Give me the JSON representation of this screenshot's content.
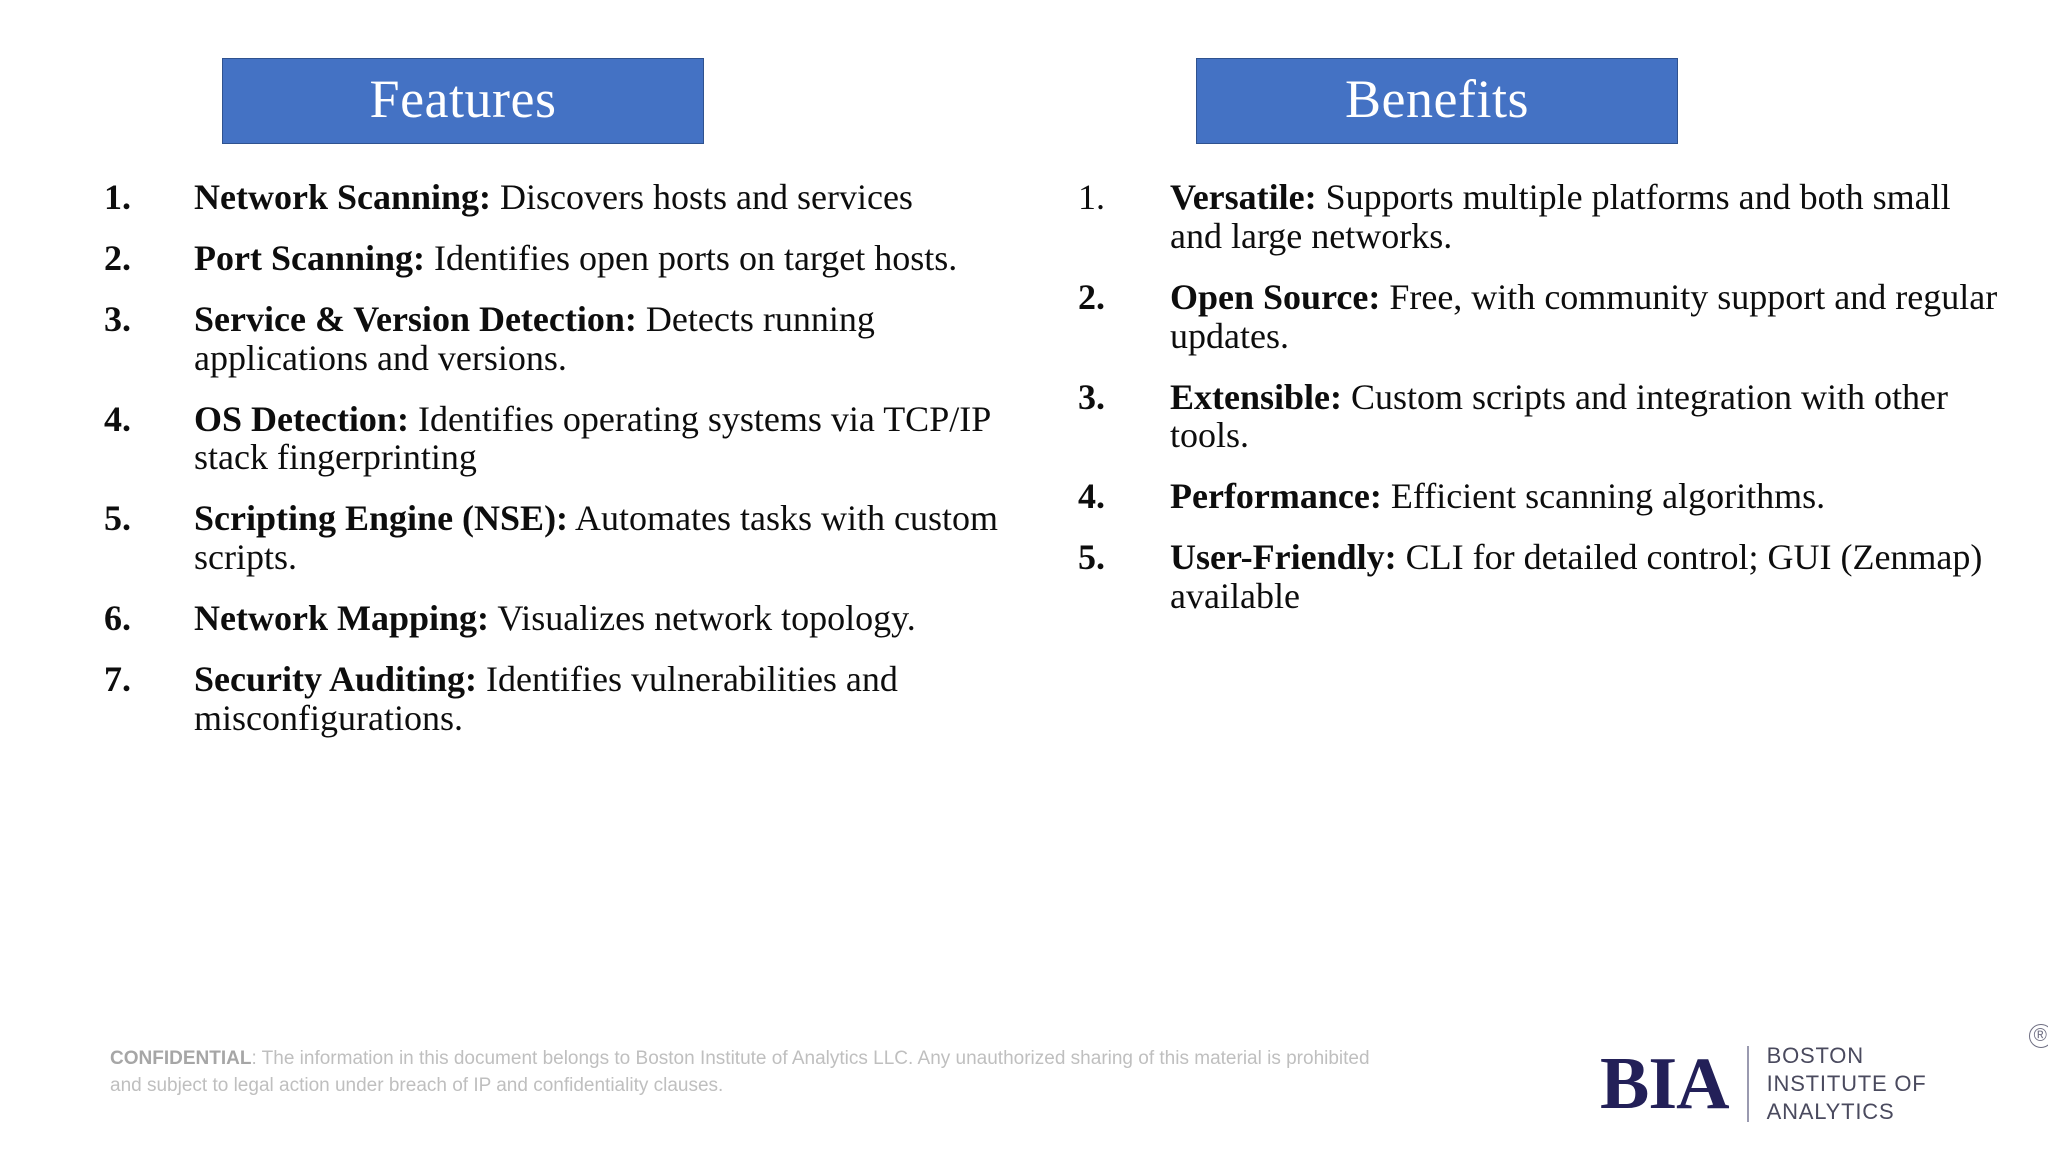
{
  "slide": {
    "background_color": "#ffffff",
    "accent_color": "#4472C4",
    "text_color": "#0d0d0d"
  },
  "columns": {
    "left": {
      "header": "Features",
      "items": [
        {
          "num": "1.",
          "lead": "Network Scanning:",
          "rest": " Discovers hosts and services"
        },
        {
          "num": "2.",
          "lead": "Port Scanning:",
          "rest": " Identifies open ports on target hosts."
        },
        {
          "num": "3.",
          "lead": "Service & Version Detection:",
          "rest": " Detects running applications and versions."
        },
        {
          "num": "4.",
          "lead": "OS Detection:",
          "rest": " Identifies operating systems via TCP/IP stack fingerprinting"
        },
        {
          "num": "5.",
          "lead": "Scripting Engine (NSE):",
          "rest": " Automates tasks with custom scripts."
        },
        {
          "num": "6.",
          "lead": "Network Mapping:",
          "rest": " Visualizes network topology."
        },
        {
          "num": "7.",
          "lead": "Security Auditing:",
          "rest": " Identifies vulnerabilities and misconfigurations."
        }
      ]
    },
    "right": {
      "header": "Benefits",
      "items": [
        {
          "num": "1.",
          "lead": "Versatile:",
          "rest": " Supports multiple platforms and both small and large networks."
        },
        {
          "num": "2.",
          "lead": "Open Source:",
          "rest": " Free, with community support and regular updates."
        },
        {
          "num": "3.",
          "lead": "Extensible:",
          "rest": " Custom scripts and integration with other tools."
        },
        {
          "num": "4.",
          "lead": "Performance:",
          "rest": " Efficient scanning algorithms."
        },
        {
          "num": "5.",
          "lead": "User-Friendly:",
          "rest": " CLI for detailed control; GUI (Zenmap) available"
        }
      ]
    }
  },
  "footer": {
    "label": "CONFIDENTIAL",
    "text": ": The information in this document belongs to Boston Institute of Analytics LLC. Any unauthorized sharing of this material is prohibited and subject to legal action under breach of IP and confidentiality clauses."
  },
  "logo": {
    "mark": "BIA",
    "line1": "BOSTON",
    "line2": "INSTITUTE OF",
    "line3": "ANALYTICS",
    "registered": "®",
    "mark_color": "#232058"
  }
}
